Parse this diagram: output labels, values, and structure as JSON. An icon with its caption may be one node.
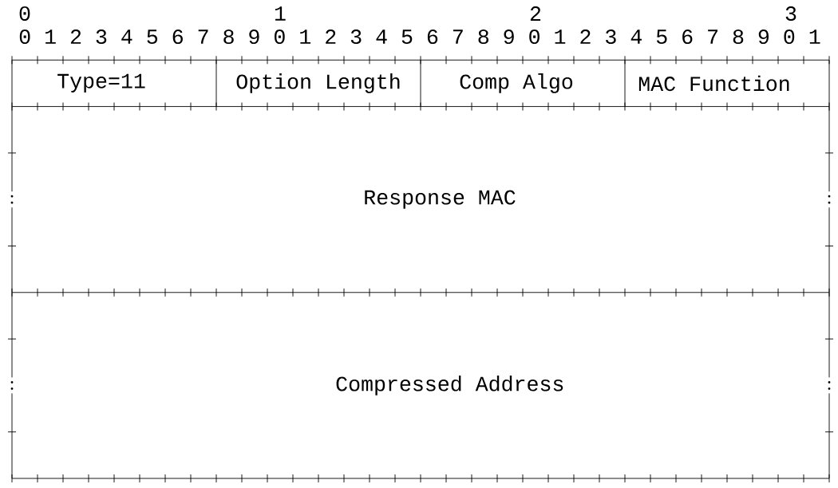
{
  "diagram": {
    "nodes": [
      {
        "text": [
          "Type=11"
        ]
      },
      {
        "text": [
          "Option Length"
        ]
      },
      {
        "text": [
          "Comp Algo"
        ]
      },
      {
        "text": [
          "MAC Function"
        ]
      },
      {
        "text": [
          "Response MAC"
        ]
      },
      {
        "text": [
          "Compressed Address"
        ]
      }
    ],
    "labels": [
      "0",
      "1",
      "2",
      "3",
      "0 1 2 3 4 5 6 7 8 9 0 1 2 3 4 5 6 7 8 9 0 1 2 3 4 5 6 7 8 9 0 1"
    ]
  }
}
